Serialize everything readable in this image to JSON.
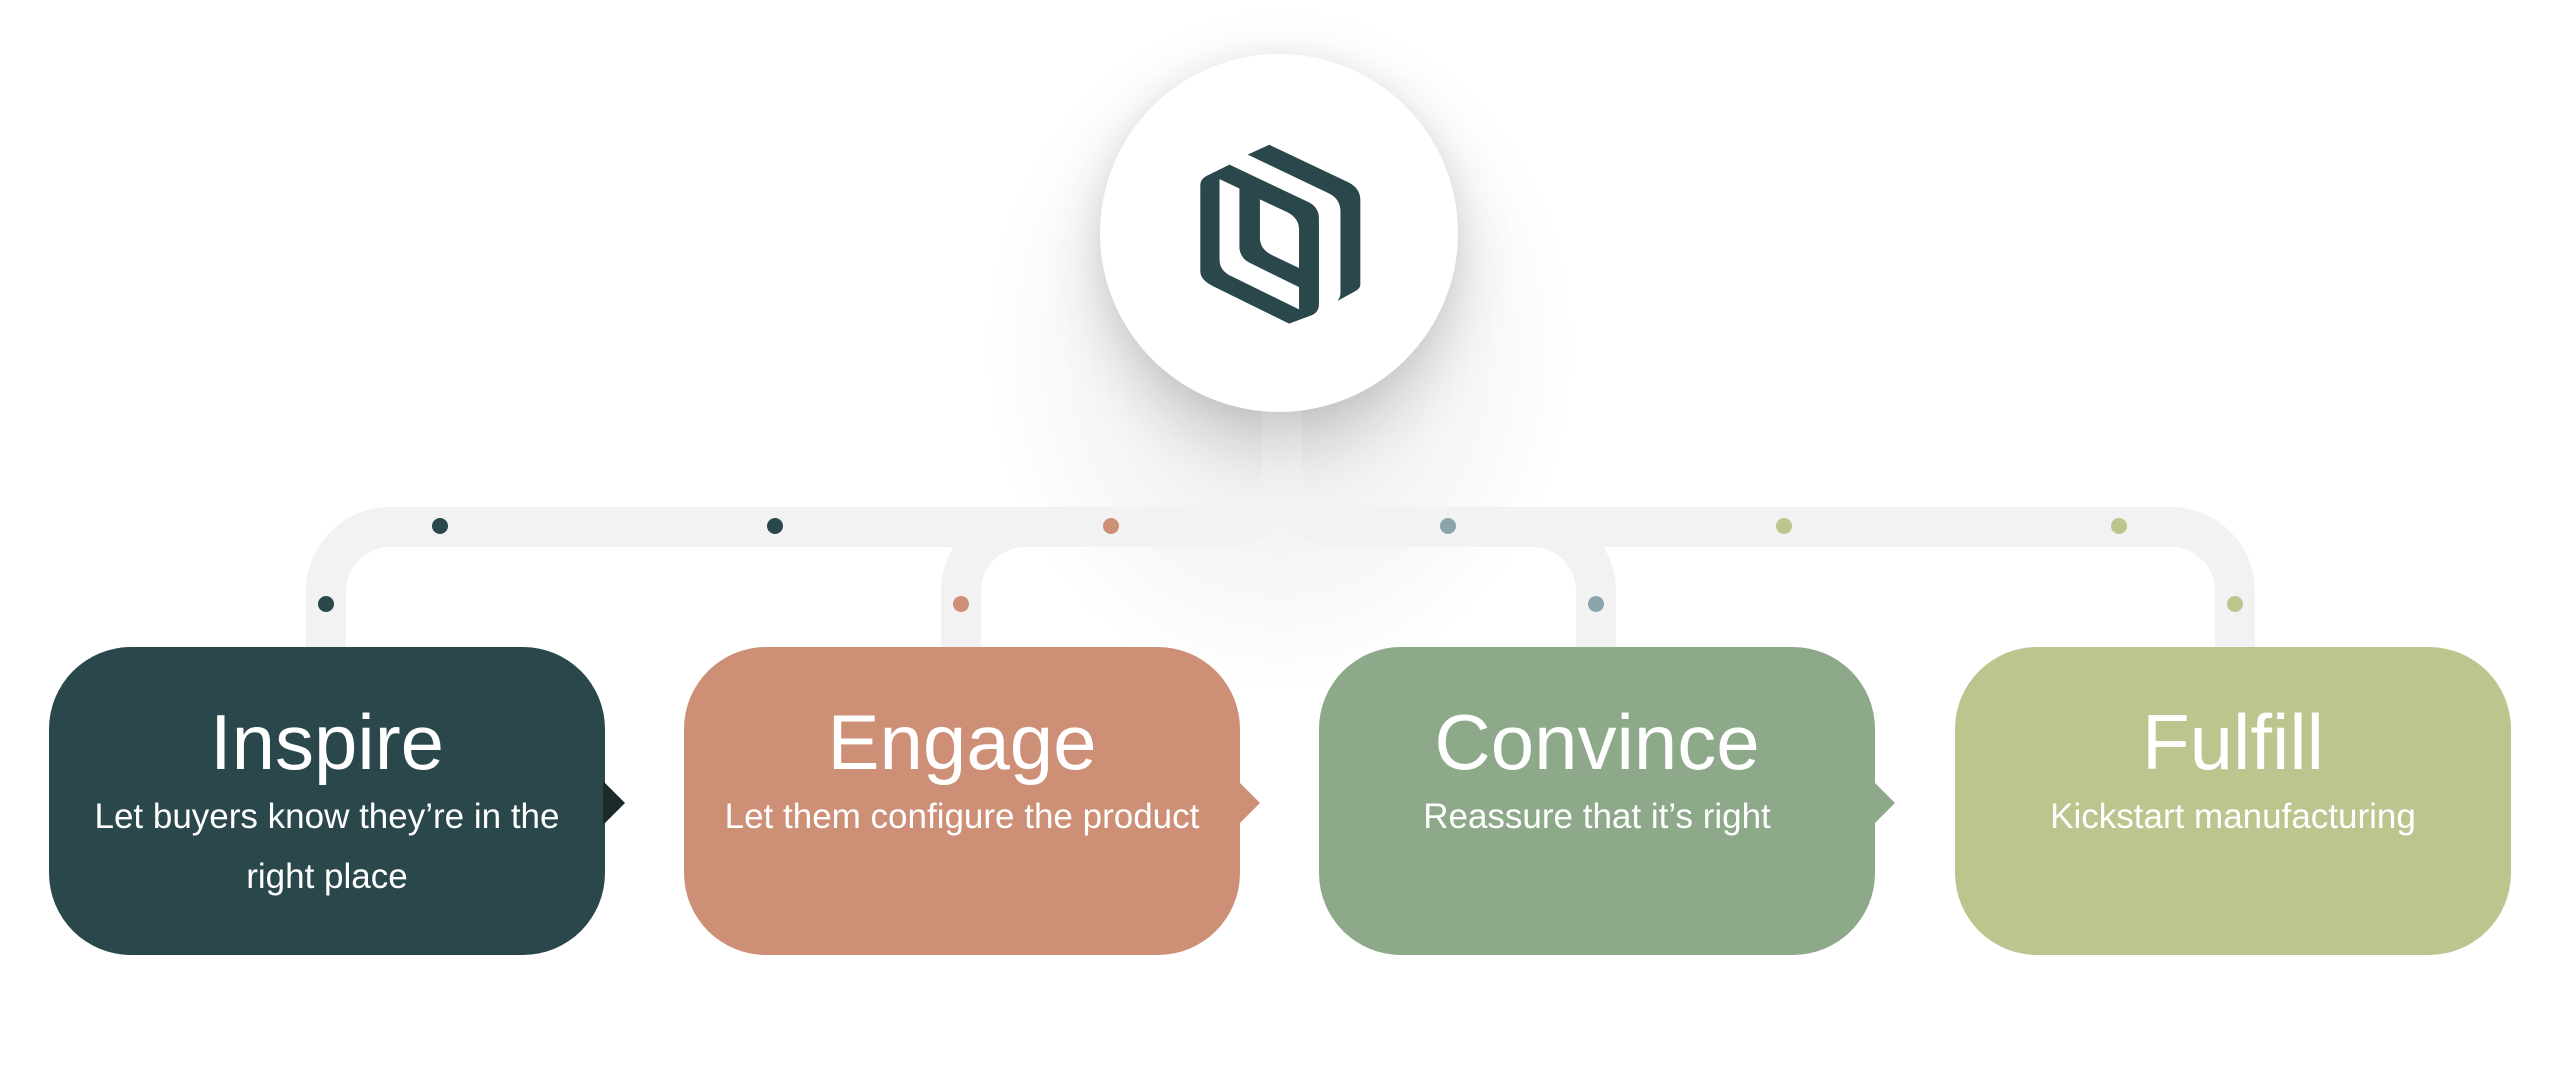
{
  "logo": {
    "name": "brand-logo",
    "color": "#2a484b"
  },
  "colors": {
    "track": "#f2f2f2",
    "inspire": "#2a484b",
    "engage": "#cd9077",
    "convince": "#8da98a",
    "fulfill": "#bac68e",
    "convince_dot": "#8aa4ac"
  },
  "stages": [
    {
      "title": "Inspire",
      "subtitle": "Let buyers know they’re in the right place"
    },
    {
      "title": "Engage",
      "subtitle": "Let them configure the product"
    },
    {
      "title": "Convince",
      "subtitle": "Reassure that it’s right"
    },
    {
      "title": "Fulfill",
      "subtitle": "Kickstart manufacturing"
    }
  ]
}
